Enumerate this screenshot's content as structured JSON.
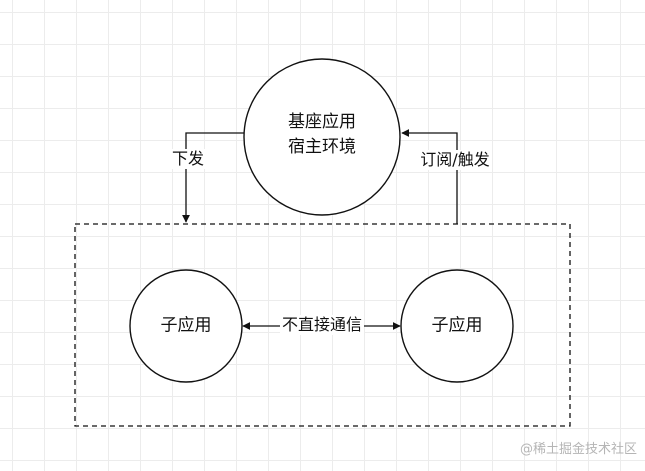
{
  "nodes": {
    "host": {
      "line1": "基座应用",
      "line2": "宿主环境"
    },
    "child_left": {
      "label": "子应用"
    },
    "child_right": {
      "label": "子应用"
    }
  },
  "edges": {
    "dispatch": {
      "label": "下发"
    },
    "subscribe": {
      "label": "订阅/触发"
    },
    "no_direct": {
      "label": "不直接通信"
    }
  },
  "watermark": {
    "text": "@稀土掘金技术社区"
  }
}
